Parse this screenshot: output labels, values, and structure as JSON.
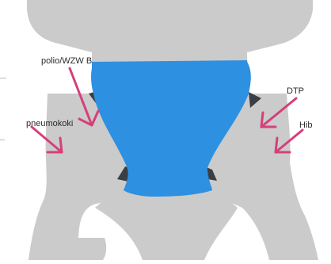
{
  "labels": {
    "polio": "polio/WZW B",
    "pneumo": "pneumokoki",
    "dtp": "DTP",
    "hib": "Hib"
  },
  "colors": {
    "body": "#cbcbcb",
    "diaper": "#2e90e0",
    "diaper_shadow": "#3a3f45",
    "arrow": "#d5407a",
    "background": "#ffffff"
  },
  "icons": {
    "figure": "infant-body-silhouette",
    "diaper": "diaper-shape",
    "arrows": "injection-site-arrow"
  }
}
